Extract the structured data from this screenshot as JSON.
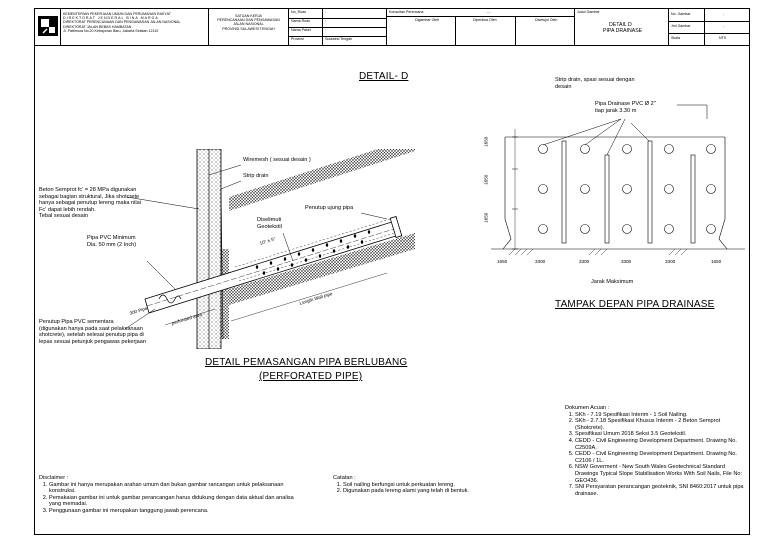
{
  "title_block": {
    "agency_lines": [
      "KEMENTERIAN PEKERJAAN UMUM DAN PERUMAHAN RAKYAT",
      "DIREKTORAT JENDERAL BINA MARGA",
      "DIREKTORAT PERENCANAAN DAN PENGAWASAN JALAN NASIONAL",
      "DIREKTORAT JALAN BEBAS HAMBATAN",
      "Jl. Pattimura No.20 Kebayoran Baru, Jakarta Selatan 12110"
    ],
    "unit_lines": [
      "SATUAN KERJA",
      "PERENCANAAN DAN PENGAWASAN",
      "JALAN NASIONAL",
      "PROVINSI SULAWESI TENGAH"
    ],
    "field_labels": [
      "No_Ruas",
      "Nama Ruas",
      "Nama Paket",
      "Provinsi"
    ],
    "field_values": [
      ":",
      ":",
      ":",
      "Sulawesi Tengah"
    ],
    "consultant_label": "Konsultan Perencana",
    "consultant_value": "---",
    "sign_labels": [
      "Digambar Oleh",
      "Diperiksa Oleh",
      "Disetujui Oleh"
    ],
    "drawing_title_label": "Judul Gambar",
    "drawing_title": [
      "DETAIL D",
      "PIPA DRAINASE"
    ],
    "right_labels": [
      "No. Gambar",
      "Jml Gambar",
      "Skala"
    ],
    "right_values": [
      "-",
      "-",
      "NTS"
    ]
  },
  "detail_d": {
    "title": "DETAIL- D",
    "wiremesh": "Wiremesh ( sesuai desain )",
    "strip_drain": "Strip drain",
    "beton": [
      "Beton Semprot fc' = 28 MPa digunakan",
      "sebagai bagian struktural, Jika shotcrete",
      "hanya sebagai penutup lereng maka nilai",
      "Fc' dapat lebih rendah.",
      "Tebal sesuai desain"
    ],
    "pipa_pvc": [
      "Pipa PVC Minimum",
      "Dia. 50 mm (2 Inch)"
    ],
    "penutup_ujung": "Penutup ujung pipa",
    "diselimuti": [
      "Diselimuti",
      "Geotekstil"
    ],
    "angle": "10° ± 5°",
    "penutup_sementara": [
      "Penutup Pipa PVC sementara",
      "(digunakan hanya pada saat pelaksanaan",
      "shotcrete), setelah selesai penutup pipa di",
      "lepas sesuai petunjuk pengawas pekerjaan"
    ],
    "dim_small": "300 Pipe",
    "dim_perf": "perforated area",
    "dim_length": "Length Wall pipe",
    "main_title": [
      "DETAIL PEMASANGAN PIPA BERLUBANG",
      "(PERFORATED PIPE)"
    ]
  },
  "tampak": {
    "strip_note": [
      "Strip drain, spasi sesuai dengan",
      "desain"
    ],
    "pipa_note": [
      "Pipa Drainase PVC  Ø 2\"",
      "tiap jarak 3.30 m"
    ],
    "vdims": [
      "1650",
      "1650",
      "1650"
    ],
    "hdims": [
      "1650",
      "3300",
      "3300",
      "3300",
      "3300",
      "1650"
    ],
    "jarak": "Jarak Maksimum",
    "title": "TAMPAK DEPAN PIPA DRAINASE"
  },
  "dokumen": {
    "heading": "Dokumen Acuan :",
    "items": [
      "SKh - 7.19 Spesifikasi Interim - 1 Soil Nailing.",
      "SKh - 2.7.18 Spesifikasi Khusus Interim - 2 Beton Semprot (Shotcrete).",
      "Spesifikasi Umum 2018 Seksi 3.5 Geotekstil.",
      "CEDD - Civil Engineering Development Department. Drawing No. C2509A.",
      "CEDD - Civil Engineering Development Department. Drawing No. C2106 / 1L.",
      "NSW Goverment - New South Wales Geotechnical Standard Drawings Typical Slope Stabilisation Works With Soil Nails, File No: GEO436.",
      "SNI Persyaratan perancangan geoteknik, SNI 8460:2017 untuk pipa drainase."
    ]
  },
  "disclaimer": {
    "heading": "Disclaimer :",
    "items": [
      "Gambar ini hanya merupakan arahan umum dan bukan gambar rancangan untuk pelaksanaan konstruksi.",
      "Pemakaian gambar ini untuk gambar perancangan harus didukung dengan data aktual dan analisa yang memadai.",
      "Penggunaan gambar ini merupakan tanggung jawab perencana."
    ]
  },
  "catatan": {
    "heading": "Catatan :",
    "items": [
      "Soil nailing berfungsi untuk perkuatan lereng.",
      "Digunakan pada lereng alami yang telah di bentuk."
    ]
  }
}
